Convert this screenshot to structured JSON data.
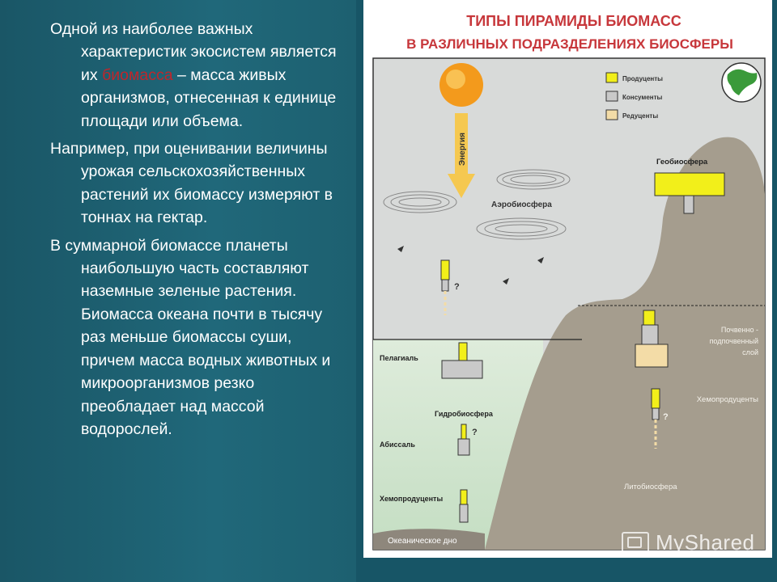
{
  "slide": {
    "paragraph1_a": "Одной из наиболее важных характеристик экосистем является их ",
    "paragraph1_highlight": "биомасса",
    "paragraph1_b": " – масса живых организмов, отнесенная к единице площади или объема.",
    "paragraph2": "Например, при оценивании величины урожая сельскохозяйственных растений их биомассу измеряют в тоннах на гектар.",
    "paragraph3": "В суммарной биомассе планеты наибольшую часть составляют наземные зеленые растения. Биомасса океана почти в тысячу раз меньше биомассы суши, причем масса водных животных и микроорганизмов резко преобладает над массой водорослей."
  },
  "poster": {
    "title_line1": "ТИПЫ ПИРАМИДЫ БИОМАСС",
    "title_line2": "В РАЗЛИЧНЫХ ПОДРАЗДЕЛЕНИЯХ БИОСФЕРЫ",
    "legend": {
      "producers": "Продуценты",
      "consumers": "Консументы",
      "reducers": "Редуценты"
    },
    "labels": {
      "energy": "Энергия",
      "aerobiosphere": "Аэробиосфера",
      "geobiosphere": "Геобиосфера",
      "pelagial": "Пелагиаль",
      "hydrobiosphere": "Гидробиосфера",
      "abyssal": "Абиссаль",
      "chemoproducers_left": "Хемопродуценты",
      "ocean_floor": "Океаническое дно",
      "soil_line1": "Почвенно -",
      "soil_line2": "подпочвенный",
      "soil_line3": "слой",
      "chemoproducers_right": "Хемопродуценты",
      "lithobiosphere": "Литобиосфера",
      "question": "?"
    }
  },
  "watermark": {
    "text": "MyShared"
  },
  "colors": {
    "background": "#1f6171",
    "producer": "#f2ef1a",
    "consumer": "#c9c9c9",
    "reducer": "#f3dca7",
    "mountain": "#a59d8e",
    "sky": "#d8dad9",
    "ocean": "#d6e7d3"
  }
}
